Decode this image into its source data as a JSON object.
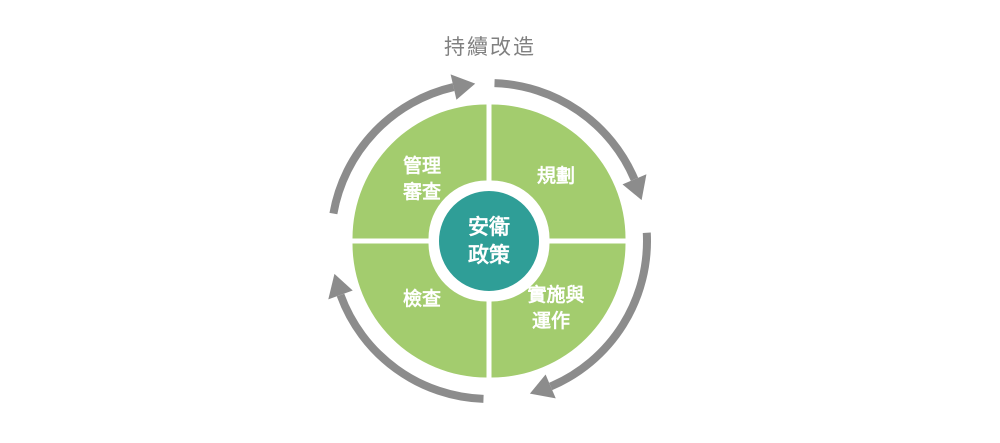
{
  "title": "持續改造",
  "center": {
    "line1": "安衛",
    "line2": "政策"
  },
  "quadrants": {
    "top_left": {
      "line1": "管理",
      "line2": "審查"
    },
    "top_right": {
      "line1": "規劃"
    },
    "bottom_right": {
      "line1": "實施與",
      "line2": "運作"
    },
    "bottom_left": {
      "line1": "檢查"
    }
  },
  "colors": {
    "quadrant_fill": "#a3cc6e",
    "center_fill": "#2f9e97",
    "center_border": "#ffffff",
    "arrow": "#8c8c8c",
    "title": "#808080"
  }
}
